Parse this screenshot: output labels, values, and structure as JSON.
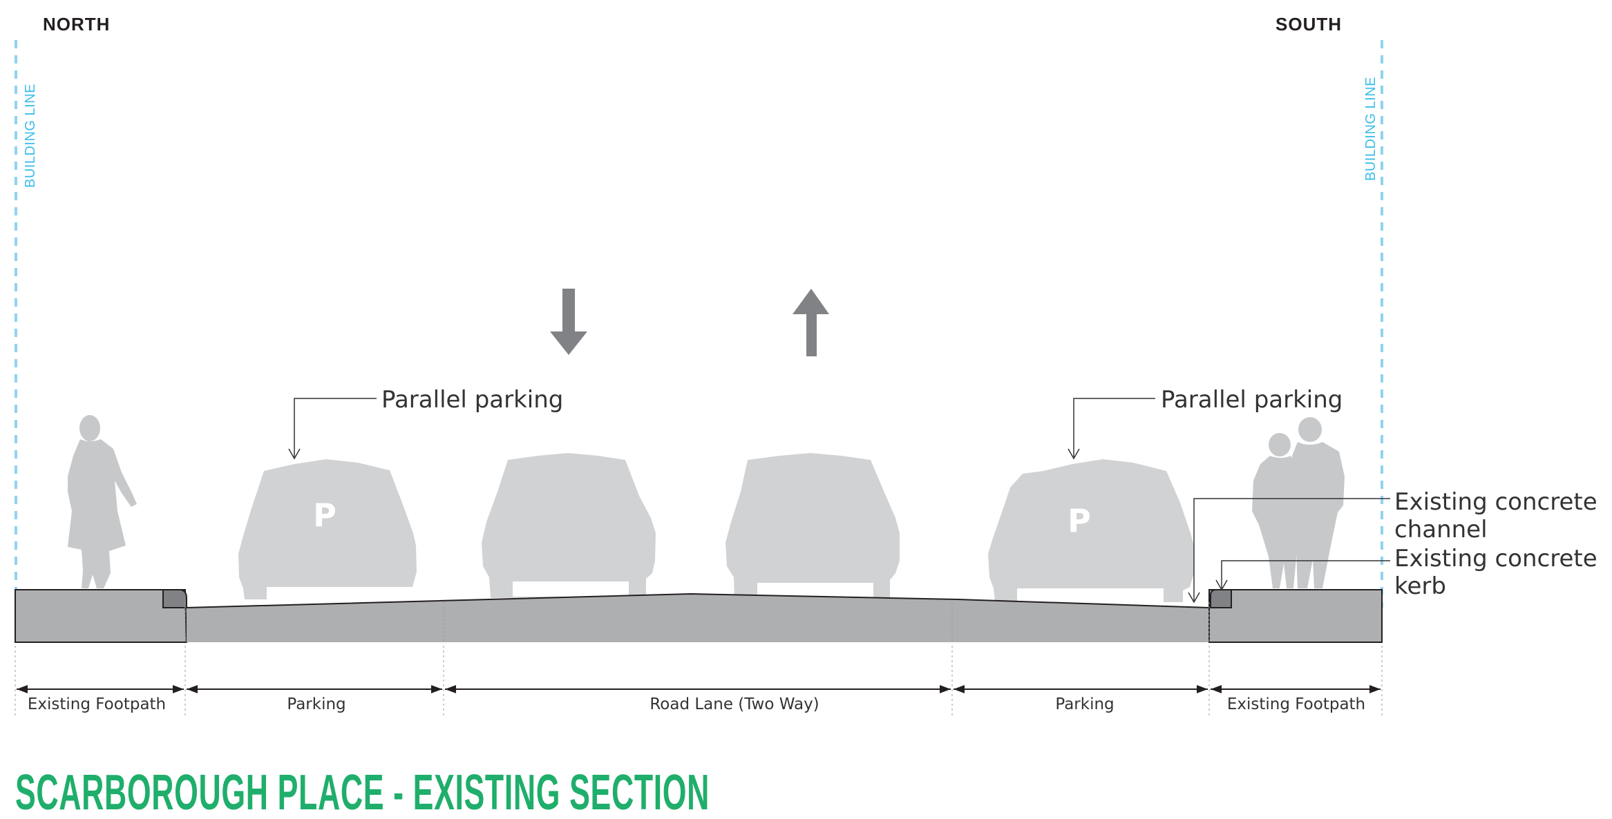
{
  "directions": {
    "north": "NORTH",
    "south": "SOUTH"
  },
  "building_line": {
    "left": "BUILDING LINE",
    "right": "BUILDING LINE"
  },
  "callouts": {
    "parking_left": "Parallel parking",
    "parking_right": "Parallel parking",
    "channel_line1": "Existing concrete",
    "channel_line2": "channel",
    "kerb_line1": "Existing concrete",
    "kerb_line2": "kerb"
  },
  "parking_symbol": "P",
  "dimensions": [
    {
      "label": "Existing Footpath"
    },
    {
      "label": "Parking"
    },
    {
      "label": "Road Lane (Two Way)"
    },
    {
      "label": "Parking"
    },
    {
      "label": "Existing Footpath"
    }
  ],
  "title": "SCARBOROUGH PLACE - EXISTING SECTION",
  "colors": {
    "ground": "#aeafb1",
    "vehicle": "#d1d2d4",
    "person": "#c7c8ca",
    "arrow": "#808285",
    "building_line": "#8fd3f0",
    "title": "#1fae6b"
  }
}
